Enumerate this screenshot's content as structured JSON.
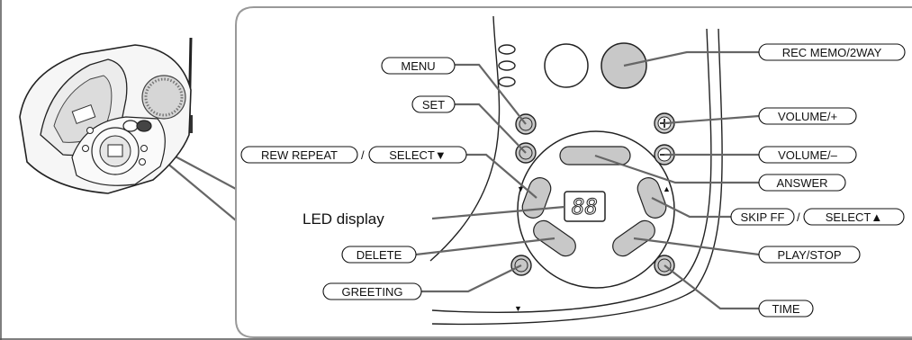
{
  "labels": {
    "menu": "MENU",
    "set": "SET",
    "rew_repeat": "REW REPEAT",
    "select_down": "SELECT▼",
    "separator_1": "/",
    "led_display": "LED display",
    "delete": "DELETE",
    "greeting": "GREETING",
    "rec_memo": "REC MEMO/2WAY",
    "volume_up": "VOLUME/+",
    "volume_down": "VOLUME/–",
    "answer": "ANSWER",
    "skip_ff": "SKIP FF",
    "separator_2": "/",
    "select_up": "SELECT▲",
    "play_stop": "PLAY/STOP",
    "time": "TIME",
    "led_digits": "88"
  },
  "colors": {
    "line": "#6b6b6b",
    "button_fill": "#c8c8c8",
    "panel_border": "#999999"
  }
}
